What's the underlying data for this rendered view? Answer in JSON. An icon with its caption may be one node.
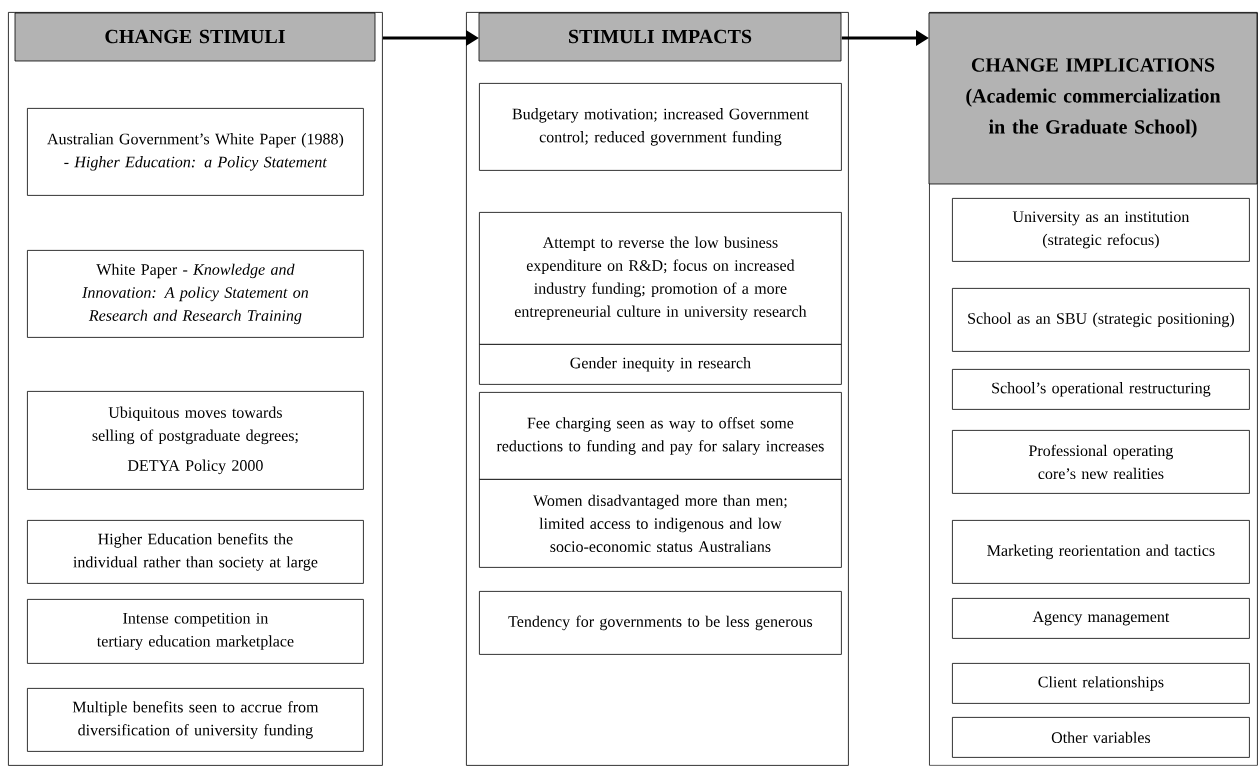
{
  "diagram": {
    "nodes": [
      {
        "text": [
          "CHANGE STIMULI"
        ]
      },
      {
        "text": [
          "Australian Government’s White Paper (1988) - *Higher Education: a Policy Statement*"
        ],
        "in": 0
      },
      {
        "text": [
          "White Paper - *Knowledge and Innovation: A policy Statement on Research and Research Training*"
        ],
        "in": 0
      },
      {
        "text": [
          "Ubiquitous moves towards selling of postgraduate degrees;",
          "DETYA Policy 2000"
        ],
        "in": 0
      },
      {
        "text": [
          "Higher Education benefits the individual rather than society at large"
        ],
        "in": 0
      },
      {
        "text": [
          "Intense competition in tertiary education marketplace"
        ],
        "in": 0
      },
      {
        "text": [
          "Multiple benefits seen to accrue from diversification of university funding"
        ],
        "in": 0
      },
      {
        "text": [
          "STIMULI IMPACTS"
        ]
      },
      {
        "text": [
          "Budgetary motivation; increased Government control; reduced government funding"
        ],
        "in": 7
      },
      {
        "text": [
          "Attempt to reverse the low business expenditure on R&D; focus on increased industry funding; promotion of a more entrepreneurial culture in university research"
        ],
        "in": 7
      },
      {
        "text": [
          "Gender inequity in research"
        ],
        "in": 7
      },
      {
        "text": [
          "Fee charging seen as way to offset some reductions to funding and pay for salary increases"
        ],
        "in": 7
      },
      {
        "text": [
          "Women disadvantaged more than men; limited access to indigenous and low socio-economic status Australians"
        ],
        "in": 7
      },
      {
        "text": [
          "Tendency for governments to be less generous"
        ],
        "in": 7
      },
      {
        "text": [
          "CHANGE IMPLICATIONS (Academic commercialization in the Graduate School)"
        ]
      },
      {
        "text": [
          "University as an institution (strategic refocus)"
        ],
        "in": 14
      },
      {
        "text": [
          "School as an SBU (strategic positioning)"
        ],
        "in": 14
      },
      {
        "text": [
          "School’s operational restructuring"
        ],
        "in": 14
      },
      {
        "text": [
          "Professional operating core’s new realities"
        ],
        "in": 14
      },
      {
        "text": [
          "Marketing reorientation and tactics"
        ],
        "in": 14
      },
      {
        "text": [
          "Agency management"
        ],
        "in": 14
      },
      {
        "text": [
          "Client relationships"
        ],
        "in": 14
      },
      {
        "text": [
          "Other variables"
        ],
        "in": 14
      }
    ],
    "edges": [
      {
        "from": 0,
        "to": 7,
        "arrow": "to"
      },
      {
        "from": 7,
        "to": 14,
        "arrow": "to"
      }
    ]
  }
}
